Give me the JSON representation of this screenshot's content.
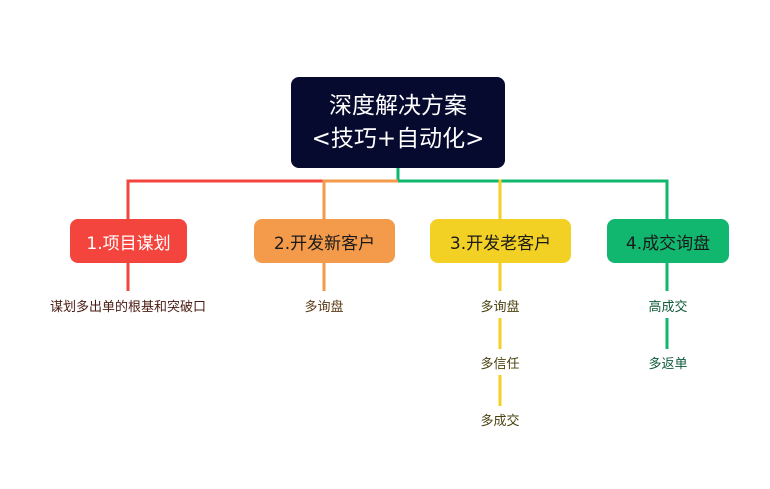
{
  "root": {
    "line1": "深度解决方案",
    "line2": "<技巧+自动化>"
  },
  "branches": [
    {
      "label": "1.项目谋划",
      "color": "#f4443e",
      "text_color": "#ffffff",
      "leaves": [
        "谋划多出单的根基和突破口"
      ]
    },
    {
      "label": "2.开发新客户",
      "color": "#f39b4a",
      "text_color": "#1a1a1a",
      "leaves": [
        "多询盘"
      ]
    },
    {
      "label": "3.开发老客户",
      "color": "#f2d024",
      "text_color": "#1a1a1a",
      "leaves": [
        "多询盘",
        "多信任",
        "多成交"
      ]
    },
    {
      "label": "4.成交询盘",
      "color": "#12b76f",
      "text_color": "#1a1a1a",
      "leaves": [
        "高成交",
        "多返单"
      ]
    }
  ],
  "colors": {
    "root_bg": "#060a2f",
    "leaf_text_1": "#4a1a12",
    "leaf_text_2": "#5a3a14",
    "leaf_text_3": "#4a4210",
    "leaf_text_4": "#0f5a3a"
  }
}
